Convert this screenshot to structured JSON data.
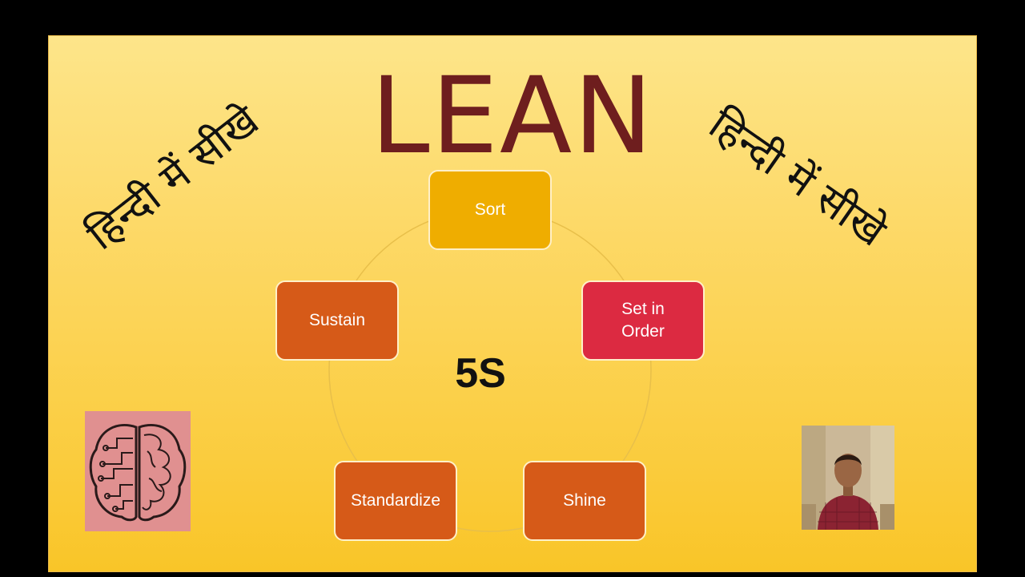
{
  "slide": {
    "title": "LEAN",
    "hindi_left": "हिन्दी में सीखे",
    "hindi_right": "हिन्दी में सीखे",
    "center_label": "5S",
    "steps": [
      {
        "label": "Sort",
        "color": "#efad00"
      },
      {
        "label": "Set in Order",
        "color": "#dc2a41"
      },
      {
        "label": "Shine",
        "color": "#d65a18"
      },
      {
        "label": "Standardize",
        "color": "#d65a18"
      },
      {
        "label": "Sustain",
        "color": "#d65a18"
      }
    ]
  },
  "colors": {
    "title": "#6e1e1e",
    "background_top": "#fde58a",
    "background_bottom": "#f9c528"
  },
  "images": {
    "left": "brain-circuit-icon",
    "right": "presenter-photo"
  }
}
